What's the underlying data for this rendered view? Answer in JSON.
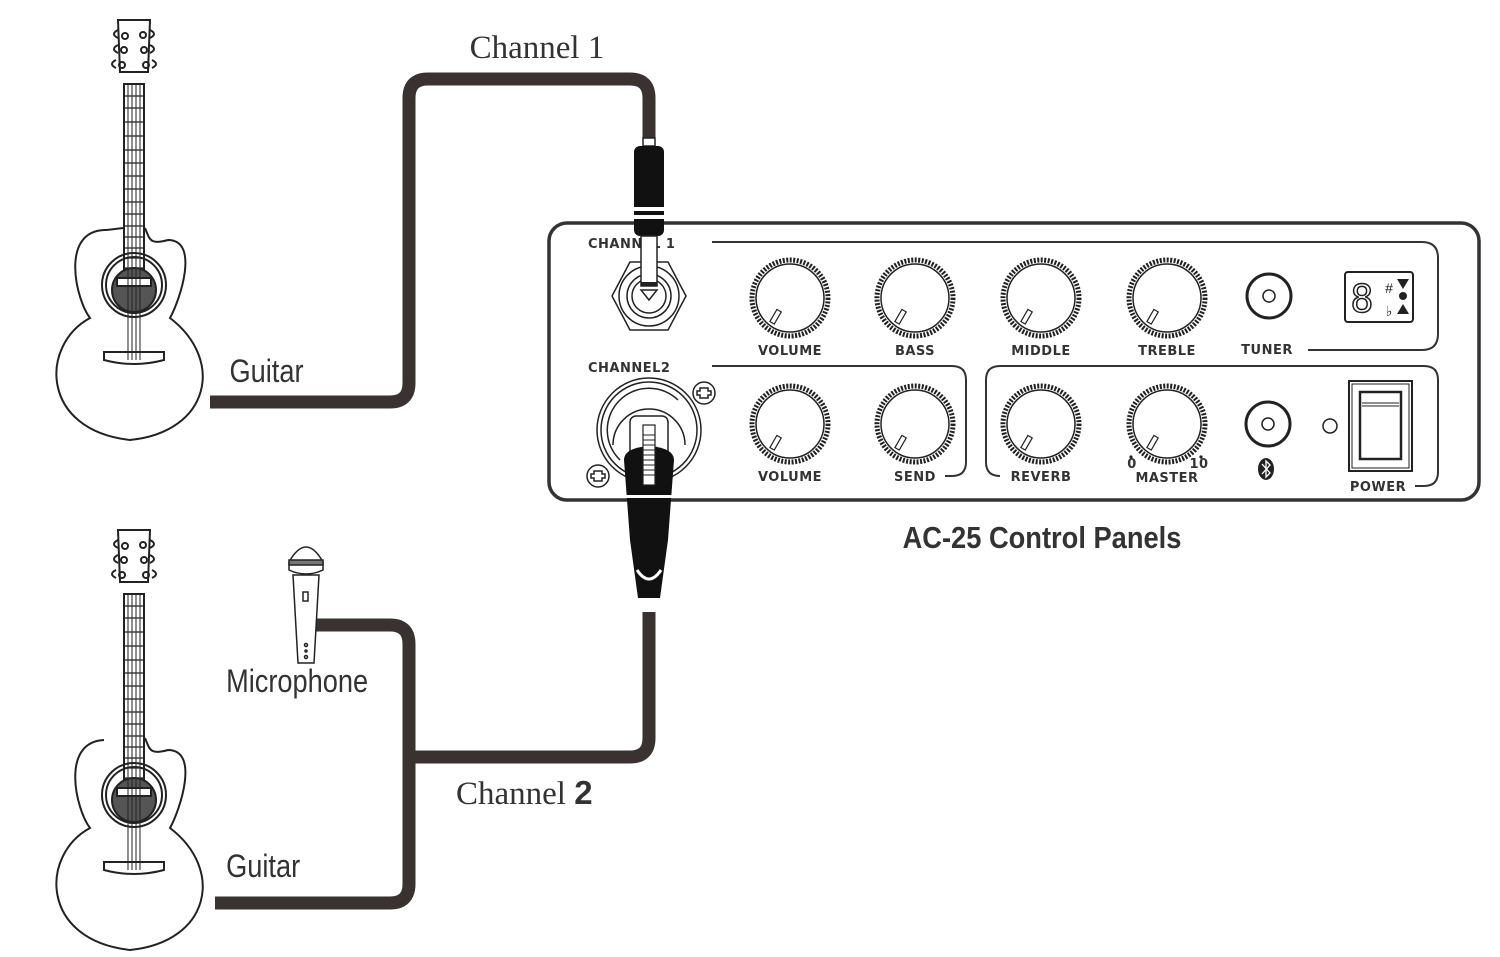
{
  "labels": {
    "channel1": "Channel 1",
    "channel2_prefix": "Channel ",
    "channel2_num": "2",
    "guitar_top": "Guitar",
    "guitar_bottom": "Guitar",
    "microphone": "Microphone",
    "panel_title": "AC-25 Control Panels"
  },
  "panel": {
    "channel1_label": "CHANNEL 1",
    "channel2_label": "CHANNEL2",
    "row1_knobs": [
      "VOLUME",
      "BASS",
      "MIDDLE",
      "TREBLE"
    ],
    "tuner_label": "TUNER",
    "tuner_display": {
      "digit": "8",
      "sharp": "#",
      "flat": "♭"
    },
    "row2_ch2_knobs": [
      "VOLUME",
      "SEND"
    ],
    "row2_fx_knobs": [
      "REVERB",
      "MASTER"
    ],
    "master_scale": {
      "min": "0",
      "max": "10"
    },
    "bluetooth_icon": "bluetooth-icon",
    "power_label": "POWER"
  },
  "colors": {
    "cable": "#3a3231",
    "ink": "#222222",
    "label": "#333333"
  }
}
